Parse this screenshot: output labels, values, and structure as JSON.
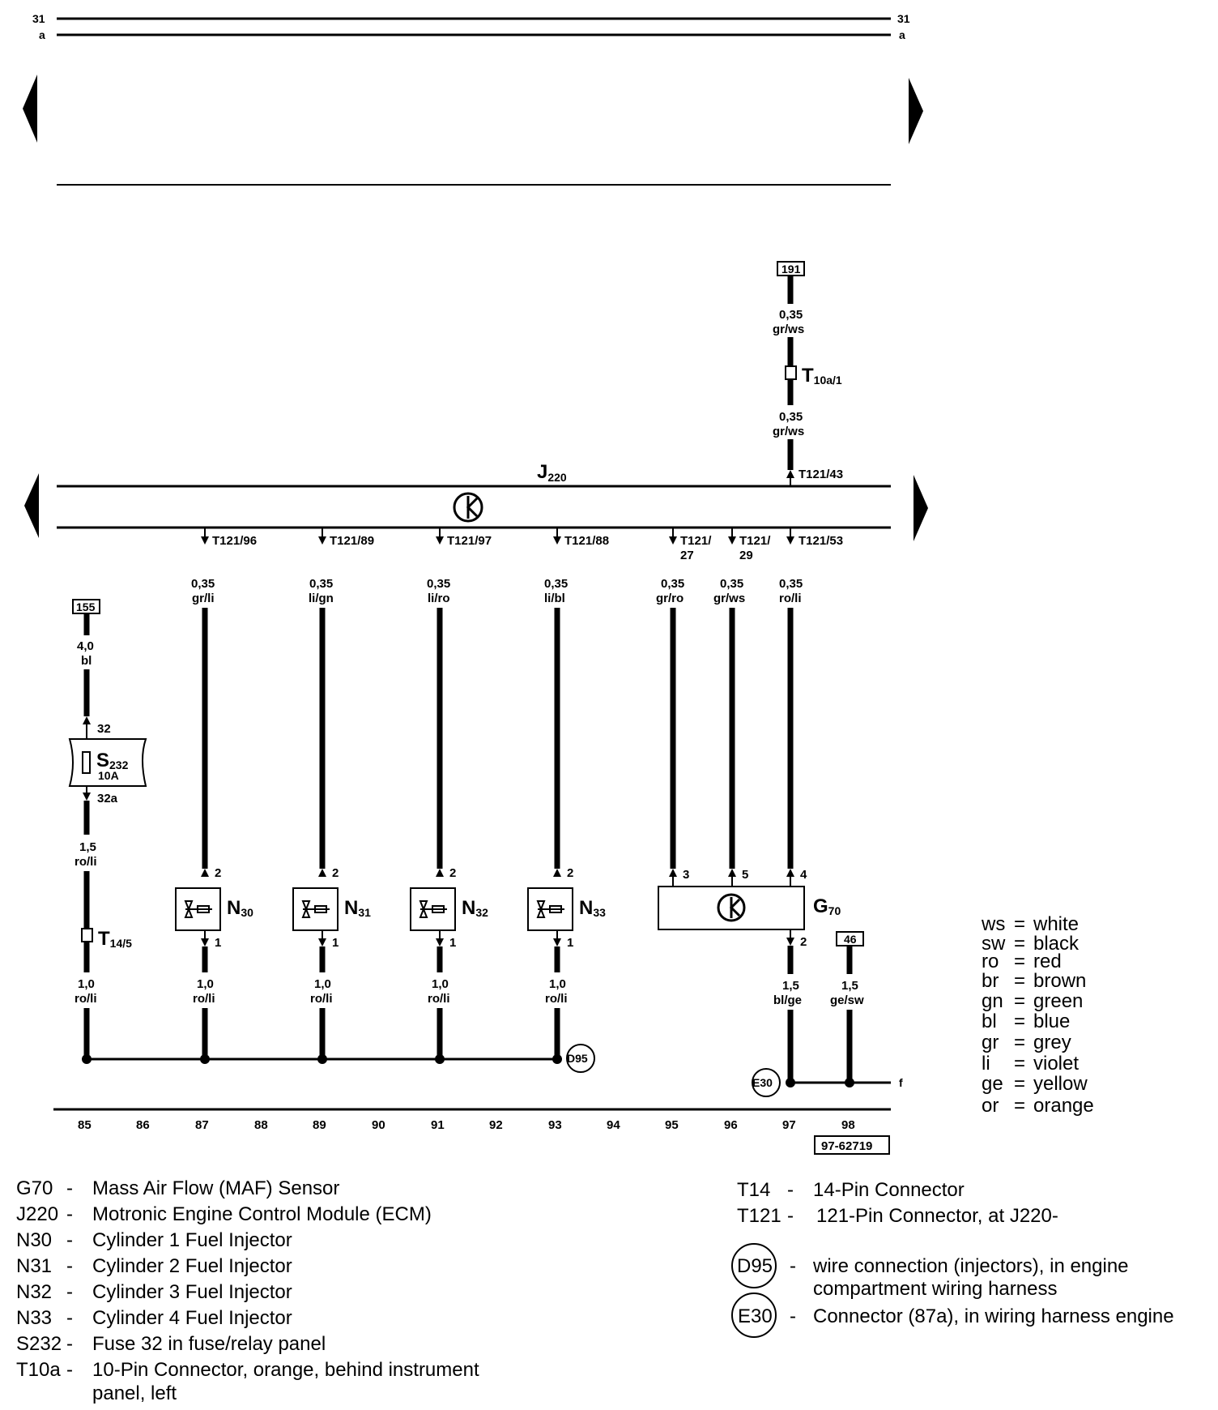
{
  "top_bus": {
    "line1_left": "31",
    "line1_right": "31",
    "line2_left": "a",
    "line2_right": "a"
  },
  "ecm": {
    "name": "J",
    "sub": "220"
  },
  "refs": {
    "r191": "191",
    "r155": "155",
    "r46": "46"
  },
  "wire_labels": {
    "w191a_g": "0,35",
    "w191a_c": "gr/ws",
    "w191b_g": "0,35",
    "w191b_c": "gr/ws",
    "w96_g": "0,35",
    "w96_c": "gr/li",
    "w89_g": "0,35",
    "w89_c": "li/gn",
    "w97_g": "0,35",
    "w97_c": "li/ro",
    "w88_g": "0,35",
    "w88_c": "li/bl",
    "w27_g": "0,35",
    "w27_c": "gr/ro",
    "w29_g": "0,35",
    "w29_c": "gr/ws",
    "w53_g": "0,35",
    "w53_c": "ro/li",
    "w155_g": "4,0",
    "w155_c": "bl",
    "ws232_g": "1,5",
    "ws232_c": "ro/li",
    "wt14_g": "1,0",
    "wt14_c": "ro/li",
    "wn30_g": "1,0",
    "wn30_c": "ro/li",
    "wn31_g": "1,0",
    "wn31_c": "ro/li",
    "wn32_g": "1,0",
    "wn32_c": "ro/li",
    "wn33_g": "1,0",
    "wn33_c": "ro/li",
    "wg70_g": "1,5",
    "wg70_c": "bl/ge",
    "w46_g": "1,5",
    "w46_c": "ge/sw"
  },
  "pins": {
    "t10a": "T",
    "t10a_sub": "10a/1",
    "t121_43": "T121/43",
    "t121_96": "T121/96",
    "t121_89": "T121/89",
    "t121_97": "T121/97",
    "t121_88": "T121/88",
    "t121_27a": "T121/",
    "t121_27b": "27",
    "t121_29a": "T121/",
    "t121_29b": "29",
    "t121_53": "T121/53",
    "p32": "32",
    "p32a": "32a",
    "t14": "T",
    "t14_sub": "14/5",
    "n30_2": "2",
    "n30_1": "1",
    "n31_2": "2",
    "n31_1": "1",
    "n32_2": "2",
    "n32_1": "1",
    "n33_2": "2",
    "n33_1": "1",
    "g70_3": "3",
    "g70_5": "5",
    "g70_4": "4",
    "g70_2": "2",
    "f": "f"
  },
  "components": {
    "s232": "S",
    "s232_sub": "232",
    "s232_amp": "10A",
    "n30": "N",
    "n30_sub": "30",
    "n31": "N",
    "n31_sub": "31",
    "n32": "N",
    "n32_sub": "32",
    "n33": "N",
    "n33_sub": "33",
    "g70": "G",
    "g70_sub": "70",
    "d95": "D95",
    "e30": "E30"
  },
  "tracks": [
    "85",
    "86",
    "87",
    "88",
    "89",
    "90",
    "91",
    "92",
    "93",
    "94",
    "95",
    "96",
    "97",
    "98"
  ],
  "diagram_id": "97-62719",
  "color_legend": [
    {
      "code": "ws",
      "eq": "=",
      "name": "white"
    },
    {
      "code": "sw",
      "eq": "=",
      "name": "black"
    },
    {
      "code": "ro",
      "eq": "=",
      "name": "red"
    },
    {
      "code": "br",
      "eq": "=",
      "name": "brown"
    },
    {
      "code": "gn",
      "eq": "=",
      "name": "green"
    },
    {
      "code": "bl",
      "eq": "=",
      "name": "blue"
    },
    {
      "code": "gr",
      "eq": "=",
      "name": "grey"
    },
    {
      "code": "li",
      "eq": "=",
      "name": "violet"
    },
    {
      "code": "ge",
      "eq": "=",
      "name": "yellow"
    },
    {
      "code": "or",
      "eq": "=",
      "name": "orange"
    }
  ],
  "component_legend": [
    {
      "code": "G70",
      "dash": "-",
      "desc": "Mass Air Flow (MAF) Sensor"
    },
    {
      "code": "J220",
      "dash": "-",
      "desc": "Motronic Engine Control Module (ECM)"
    },
    {
      "code": "N30",
      "dash": "-",
      "desc": "Cylinder 1 Fuel Injector"
    },
    {
      "code": "N31",
      "dash": "-",
      "desc": "Cylinder 2 Fuel Injector"
    },
    {
      "code": "N32",
      "dash": "-",
      "desc": "Cylinder 3 Fuel Injector"
    },
    {
      "code": "N33",
      "dash": "-",
      "desc": "Cylinder 4 Fuel Injector"
    },
    {
      "code": "S232",
      "dash": "-",
      "desc": "Fuse 32 in fuse/relay panel"
    },
    {
      "code": "T10a",
      "dash": "-",
      "desc": "10-Pin Connector, orange, behind instrument",
      "desc2": "panel, left"
    }
  ],
  "connector_legend": [
    {
      "code": "T14",
      "dash": "-",
      "desc": "14-Pin Connector"
    },
    {
      "code": "T121",
      "dash": "-",
      "desc": "121-Pin Connector, at J220-"
    }
  ],
  "ground_legend": [
    {
      "code": "D95",
      "dash": "-",
      "desc": "wire connection (injectors), in engine",
      "desc2": "compartment wiring harness"
    },
    {
      "code": "E30",
      "dash": "-",
      "desc": "Connector (87a), in wiring harness engine"
    }
  ]
}
